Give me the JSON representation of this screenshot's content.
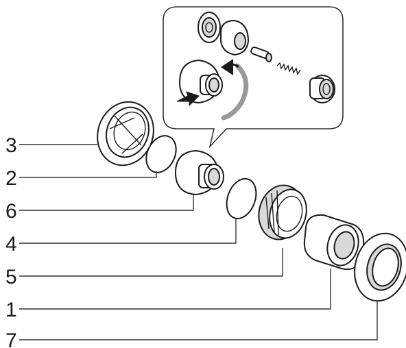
{
  "callouts": [
    {
      "id": "3",
      "label": "3"
    },
    {
      "id": "2",
      "label": "2"
    },
    {
      "id": "6",
      "label": "6"
    },
    {
      "id": "4",
      "label": "4"
    },
    {
      "id": "5",
      "label": "5"
    },
    {
      "id": "1",
      "label": "1"
    },
    {
      "id": "7",
      "label": "7"
    }
  ],
  "icons": {
    "inset": "assembly-detail-inset",
    "push_arrow": "push-arrow-icon",
    "rotate_arrow": "rotate-arrow-icon"
  },
  "colors": {
    "line": "#1a1a1a",
    "shade": "#d9d9d9",
    "background": "#ffffff"
  }
}
